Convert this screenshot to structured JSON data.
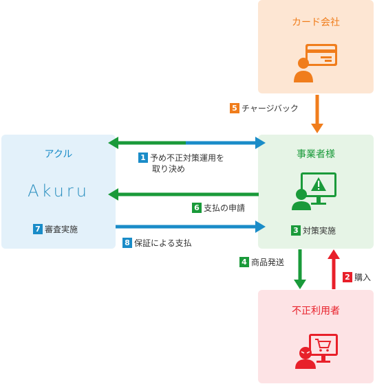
{
  "colors": {
    "card_bg": "#fde6d3",
    "card_accent": "#f07d1c",
    "akuru_bg": "#e3f1fa",
    "akuru_accent": "#1a8cc8",
    "merchant_bg": "#e6f4e6",
    "merchant_accent": "#1a9a3a",
    "fraud_bg": "#fde3e5",
    "fraud_accent": "#e8202a",
    "arrow_green": "#1a9a3a",
    "arrow_blue": "#1a8cc8",
    "arrow_orange": "#f07d1c",
    "arrow_red": "#e8202a"
  },
  "nodes": {
    "card_company": {
      "title": "カード会社",
      "icon": "credit-card-person-icon"
    },
    "akuru": {
      "title": "アクル",
      "logo": "Akuru"
    },
    "merchant": {
      "title": "事業者様",
      "icon": "warning-monitor-person-icon"
    },
    "fraud_user": {
      "title": "不正利用者",
      "icon": "cart-monitor-masked-person-icon"
    }
  },
  "steps": {
    "s1": {
      "num": "1",
      "line1": "予め不正対策運用を",
      "line2": "取り決め"
    },
    "s2": {
      "num": "2",
      "label": "購入"
    },
    "s3": {
      "num": "3",
      "label": "対策実施"
    },
    "s4": {
      "num": "4",
      "label": "商品発送"
    },
    "s5": {
      "num": "5",
      "label": "チャージバック"
    },
    "s6": {
      "num": "6",
      "label": "支払の申請"
    },
    "s7": {
      "num": "7",
      "label": "審査実施"
    },
    "s8": {
      "num": "8",
      "label": "保証による支払"
    }
  }
}
